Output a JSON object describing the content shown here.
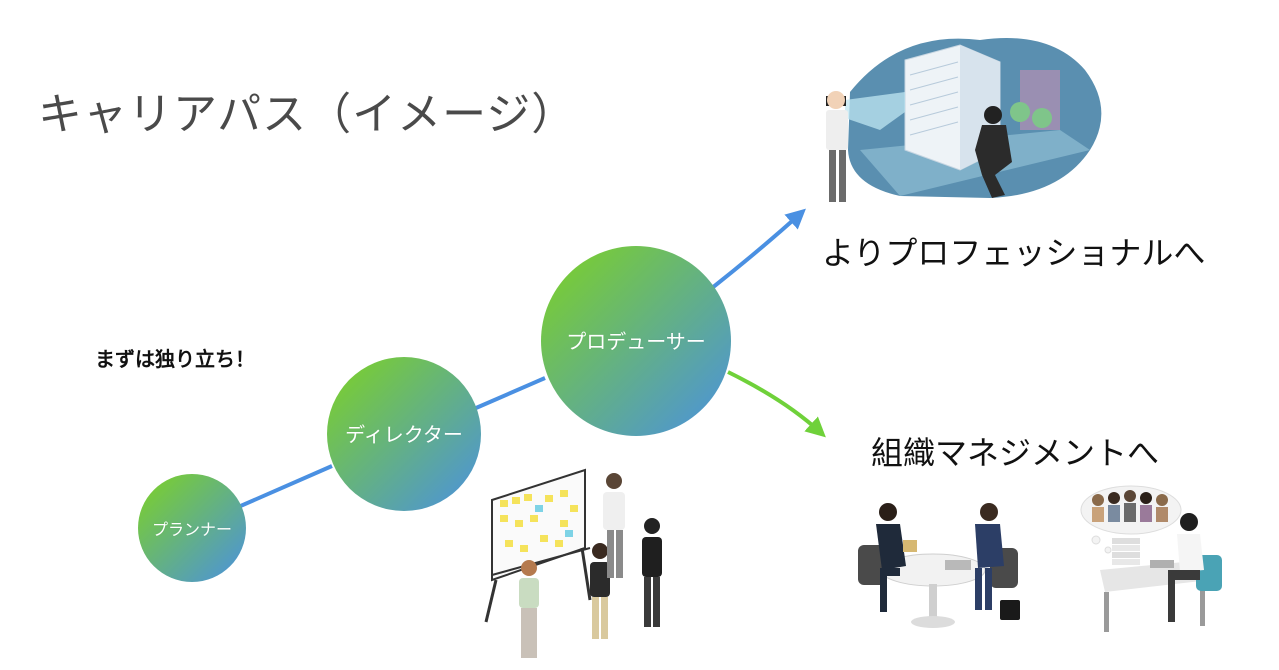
{
  "title": "キャリアパス（イメージ）",
  "note": "まずは独り立ち！",
  "stages": {
    "planner": "プランナー",
    "director": "ディレクター",
    "producer": "プロデューサー"
  },
  "destinations": {
    "professional": "よりプロフェッショナルへ",
    "management": "組織マネジメントへ"
  },
  "colors": {
    "node_gradient_start": "#7ed321",
    "node_gradient_end": "#4a90e2",
    "connector_blue": "#4a90e2",
    "arrow_green": "#6fd13a",
    "title_text": "#4a4a4a"
  }
}
